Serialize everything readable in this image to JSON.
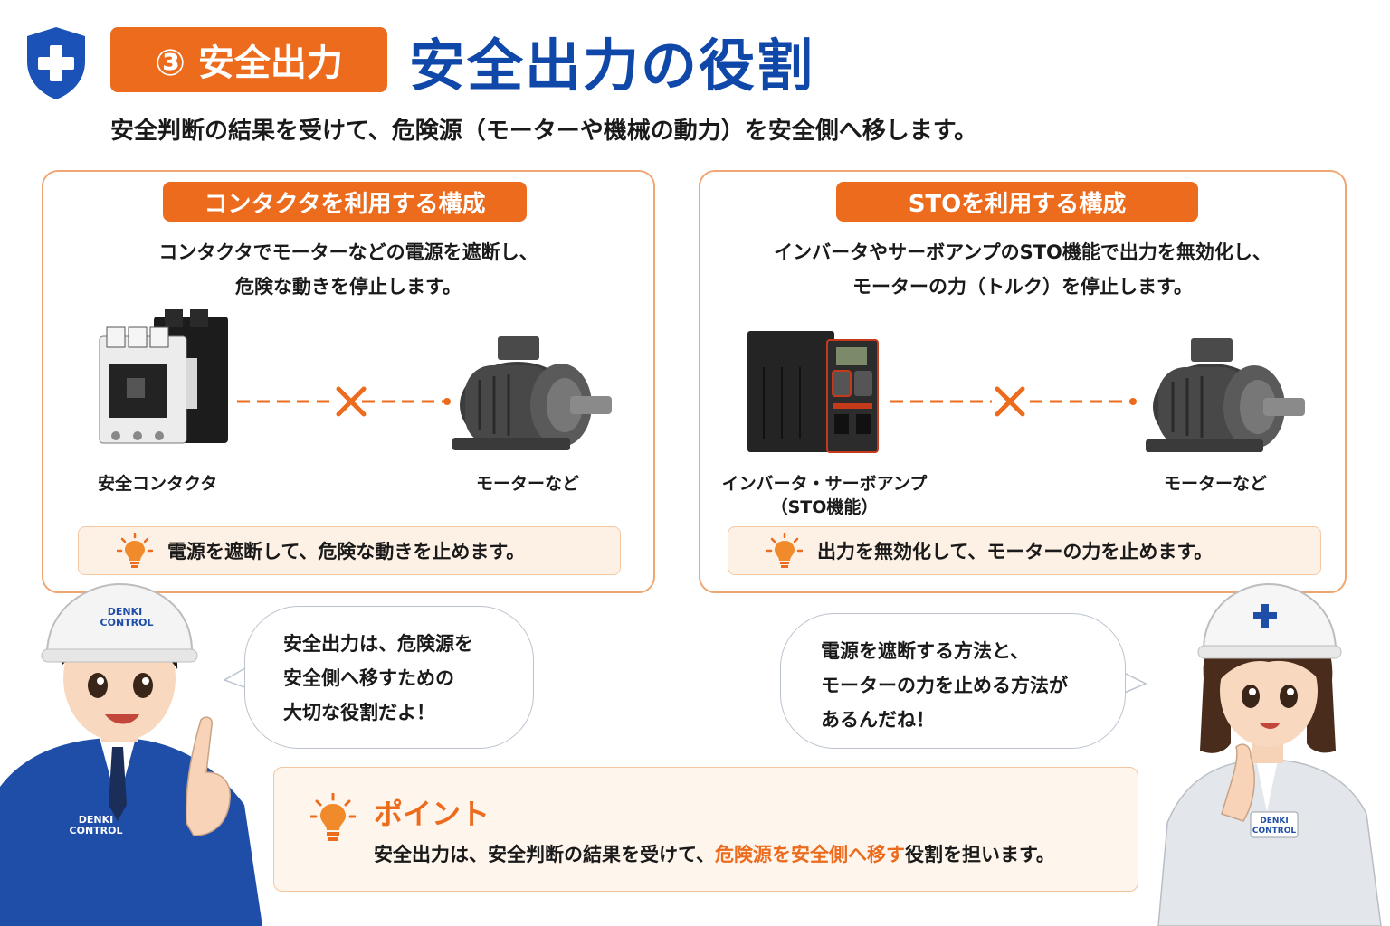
{
  "header": {
    "badge": "③ 安全出力",
    "title": "安全出力の役割",
    "subtitle": "安全判断の結果を受けて、危険源（モーターや機械の動力）を安全側へ移します。"
  },
  "panels": [
    {
      "tag": "コンタクタを利用する構成",
      "desc_lines": [
        "コンタクタでモーターなどの電源を遮断し、",
        "危険な動きを停止します。"
      ],
      "device_label": "安全コンタクタ",
      "motor_label": "モーターなど",
      "tip": "電源を遮断して、危険な動きを止めます。"
    },
    {
      "tag": "STOを利用する構成",
      "desc_lines": [
        "インバータやサーボアンプのSTO機能で出力を無効化し、",
        "モーターの力（トルク）を停止します。"
      ],
      "device_label_lines": [
        "インバータ・サーボアンプ",
        "（STO機能）"
      ],
      "motor_label": "モーターなど",
      "tip": "出力を無効化して、モーターの力を止めます。"
    }
  ],
  "bubbles": {
    "left": [
      "安全出力は、危険源を",
      "安全側へ移すための",
      "大切な役割だよ！"
    ],
    "right": [
      "電源を遮断する方法と、",
      "モーターの力を止める方法が",
      "あるんだね！"
    ]
  },
  "point": {
    "title": "ポイント",
    "text_before": "安全出力は、安全判断の結果を受けて、",
    "text_highlight": "危険源を安全側へ移す",
    "text_after": "役割を担います。"
  },
  "characters": {
    "helmet_text_1": "DENKI",
    "helmet_text_2": "CONTROL",
    "chest_text_1": "DENKI",
    "chest_text_2": "CONTROL"
  },
  "colors": {
    "orange": "#ec6b1c",
    "navy": "#0f48a8",
    "panel_border": "#f0a672",
    "tip_bg": "#fdf1e6"
  },
  "icons": [
    "shield-plus-icon",
    "lightbulb-icon",
    "cross-mark-icon"
  ]
}
